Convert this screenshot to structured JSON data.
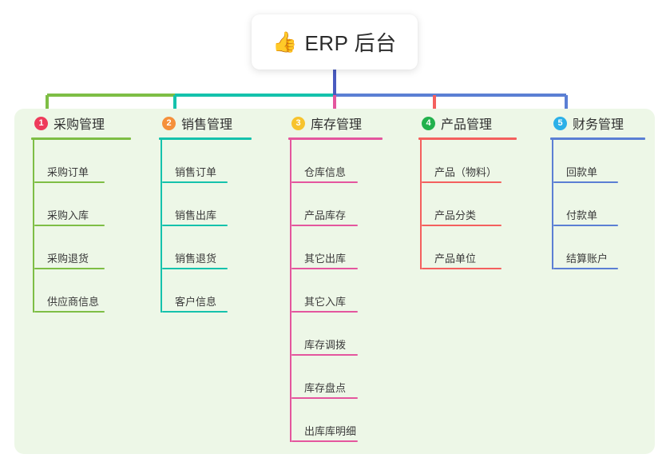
{
  "title": {
    "icon": "thumbs-up-icon",
    "emoji": "👍",
    "text": "ERP 后台"
  },
  "colors": {
    "panel_background": "#edf7e7",
    "page_background": "#ffffff",
    "stem": "#4a5bc0",
    "column_1": "#7ebe45",
    "column_2": "#15c2ac",
    "column_3": "#e4569e",
    "column_4": "#f4605e",
    "column_5": "#5b7fd4",
    "badge_1": "#ee3b5b",
    "badge_2": "#f5903b",
    "badge_3": "#f7c32e",
    "badge_4": "#22b14c",
    "badge_5": "#2bb0e8"
  },
  "columns": [
    {
      "index": "1",
      "title": "采购管理",
      "color": "#7ebe45",
      "badge_color": "#ee3b5b",
      "width": 160,
      "head_rule_width": 125,
      "leaf_rule_width": 88,
      "items": [
        "采购订单",
        "采购入库",
        "采购退货",
        "供应商信息"
      ]
    },
    {
      "index": "2",
      "title": "销售管理",
      "color": "#15c2ac",
      "badge_color": "#f5903b",
      "width": 162,
      "head_rule_width": 116,
      "leaf_rule_width": 82,
      "items": [
        "销售订单",
        "销售出库",
        "销售退货",
        "客户信息"
      ]
    },
    {
      "index": "3",
      "title": "库存管理",
      "color": "#e4569e",
      "badge_color": "#f7c32e",
      "width": 163,
      "head_rule_width": 118,
      "leaf_rule_width": 83,
      "items": [
        "仓库信息",
        "产品库存",
        "其它出库",
        "其它入库",
        "库存调拨",
        "库存盘点",
        "出库库明细"
      ]
    },
    {
      "index": "4",
      "title": "产品管理",
      "color": "#f4605e",
      "badge_color": "#22b14c",
      "width": 165,
      "head_rule_width": 123,
      "leaf_rule_width": 100,
      "items": [
        "产品（物料）",
        "产品分类",
        "产品单位"
      ]
    },
    {
      "index": "5",
      "title": "财务管理",
      "color": "#5b7fd4",
      "badge_color": "#2bb0e8",
      "width": 152,
      "head_rule_width": 119,
      "leaf_rule_width": 81,
      "items": [
        "回款单",
        "付款单",
        "结算账户"
      ]
    }
  ]
}
